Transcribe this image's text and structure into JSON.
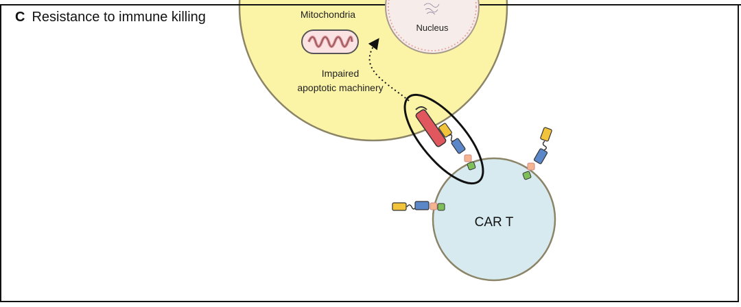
{
  "panel": {
    "letter": "C",
    "title": "Resistance to immune killing"
  },
  "labels": {
    "mitochondria": "Mitochondria",
    "nucleus": "Nucleus",
    "impaired_line1": "Impaired",
    "impaired_line2": "apoptotic machinery",
    "car_t": "CAR T"
  },
  "colors": {
    "tumor_cell_fill": "#fbf3a6",
    "tumor_cell_stroke": "#8c8466",
    "car_t_fill": "#d6eaf0",
    "receptor_yellow": "#f2c43c",
    "receptor_blue": "#5b87c9",
    "receptor_green": "#7ebf5a",
    "antigen_red": "#e0585e",
    "hinge_peach": "#f3b48f"
  }
}
